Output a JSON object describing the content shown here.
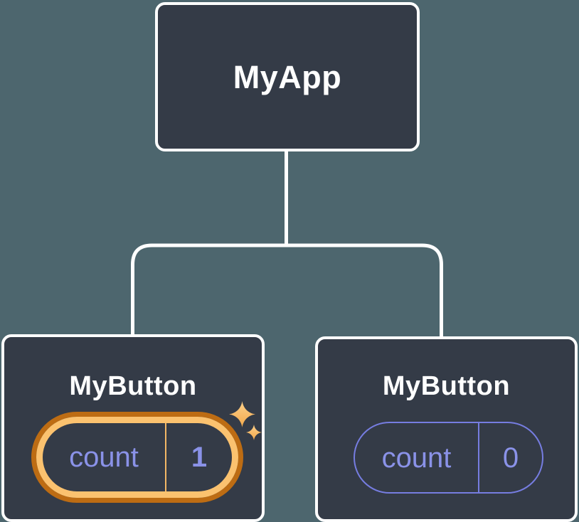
{
  "tree": {
    "root": {
      "label": "MyApp"
    },
    "children": [
      {
        "label": "MyButton",
        "state_key": "count",
        "state_value": "1",
        "highlighted": true
      },
      {
        "label": "MyButton",
        "state_key": "count",
        "state_value": "0",
        "highlighted": false
      }
    ]
  },
  "colors": {
    "background": "#4d666e",
    "node_fill": "#343b47",
    "node_border": "#ffffff",
    "connector_line": "#ffffff",
    "title_text": "#ffffff",
    "state_text": "#8a92e8",
    "plain_pill_border": "#767de1",
    "highlight_ring_outer": "#bd6c13",
    "highlight_ring_inner": "#fbc26f",
    "highlight_divider": "#f3b765",
    "sparkle_light": "#fdd08a",
    "sparkle_deep": "#f3a94b"
  }
}
